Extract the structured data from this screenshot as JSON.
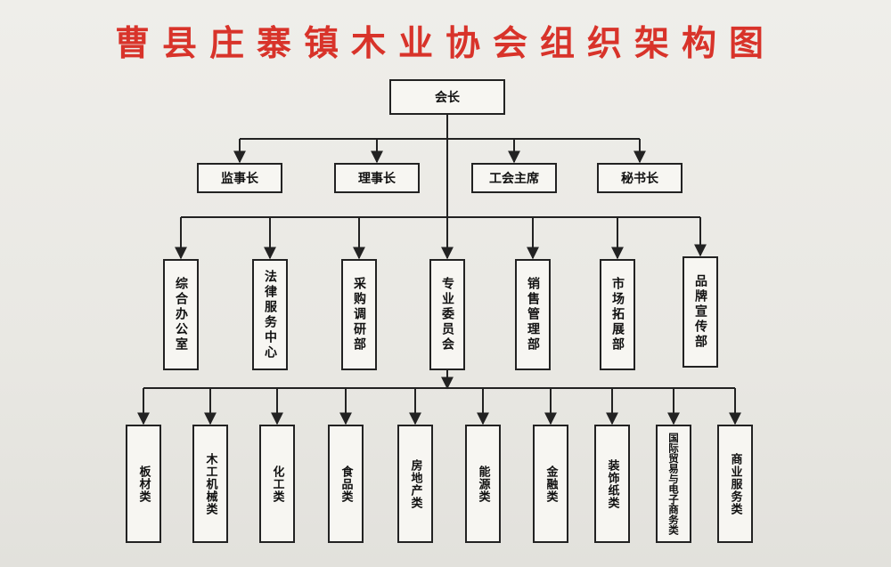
{
  "title": "曹县庄寨镇木业协会组织架构图",
  "root": "会长",
  "level1": [
    "监事长",
    "理事长",
    "工会主席",
    "秘书长"
  ],
  "level2": [
    "综合办公室",
    "法律服务中心",
    "采购调研部",
    "专业委员会",
    "销售管理部",
    "市场拓展部",
    "品牌宣传部"
  ],
  "level3": [
    "板材类",
    "木工机械类",
    "化工类",
    "食品类",
    "房地产类",
    "能源类",
    "金融类",
    "装饰纸类",
    "国际贸易与电子商务类",
    "商业服务类"
  ]
}
